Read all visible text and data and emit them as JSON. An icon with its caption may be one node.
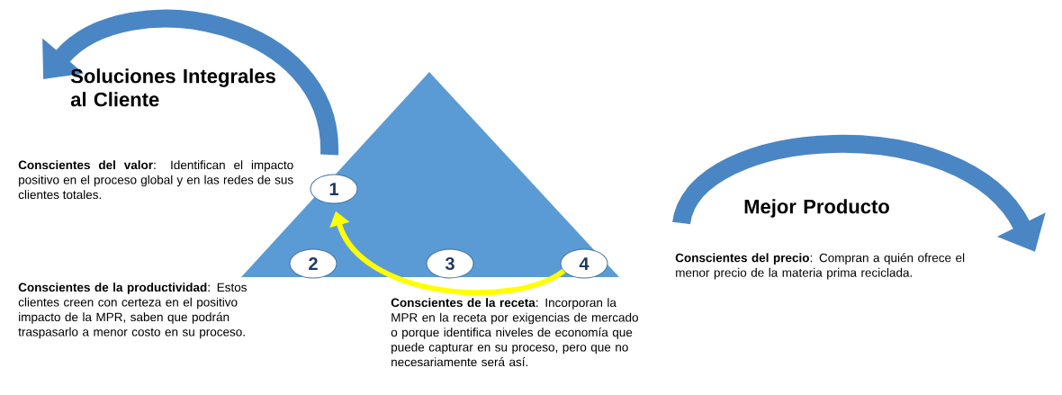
{
  "diagram": {
    "nodes": [
      {
        "text": [],
        "shape": "triangle"
      },
      {
        "text": [
          "1"
        ],
        "in": 0
      },
      {
        "text": [
          "2"
        ],
        "in": 0
      },
      {
        "text": [
          "3"
        ],
        "in": 0
      },
      {
        "text": [
          "4"
        ],
        "in": 0
      }
    ],
    "edges": [
      {
        "from": 4,
        "to": 1,
        "arrow": "to"
      }
    ],
    "labels": [
      "Soluciones Integrales al Cliente",
      "**Conscientes del valor**: Identifican el impacto positivo en el proceso global y en las redes de sus clientes totales.",
      "Mejor Producto",
      "**Conscientes del precio**: Compran a quién ofrece el menor precio de la materia prima reciclada.",
      "**Conscientes de la productividad**: Estos clientes creen con certeza en el positivo impacto de la MPR, saben que podrán traspasarlo a menor costo en su proceso.",
      "**Conscientes de la receta**: Incorporan la MPR en la receta por exigencias de mercado o porque identifica niveles de economía que puede capturar en su proceso, pero que no necesariamente será así."
    ]
  }
}
